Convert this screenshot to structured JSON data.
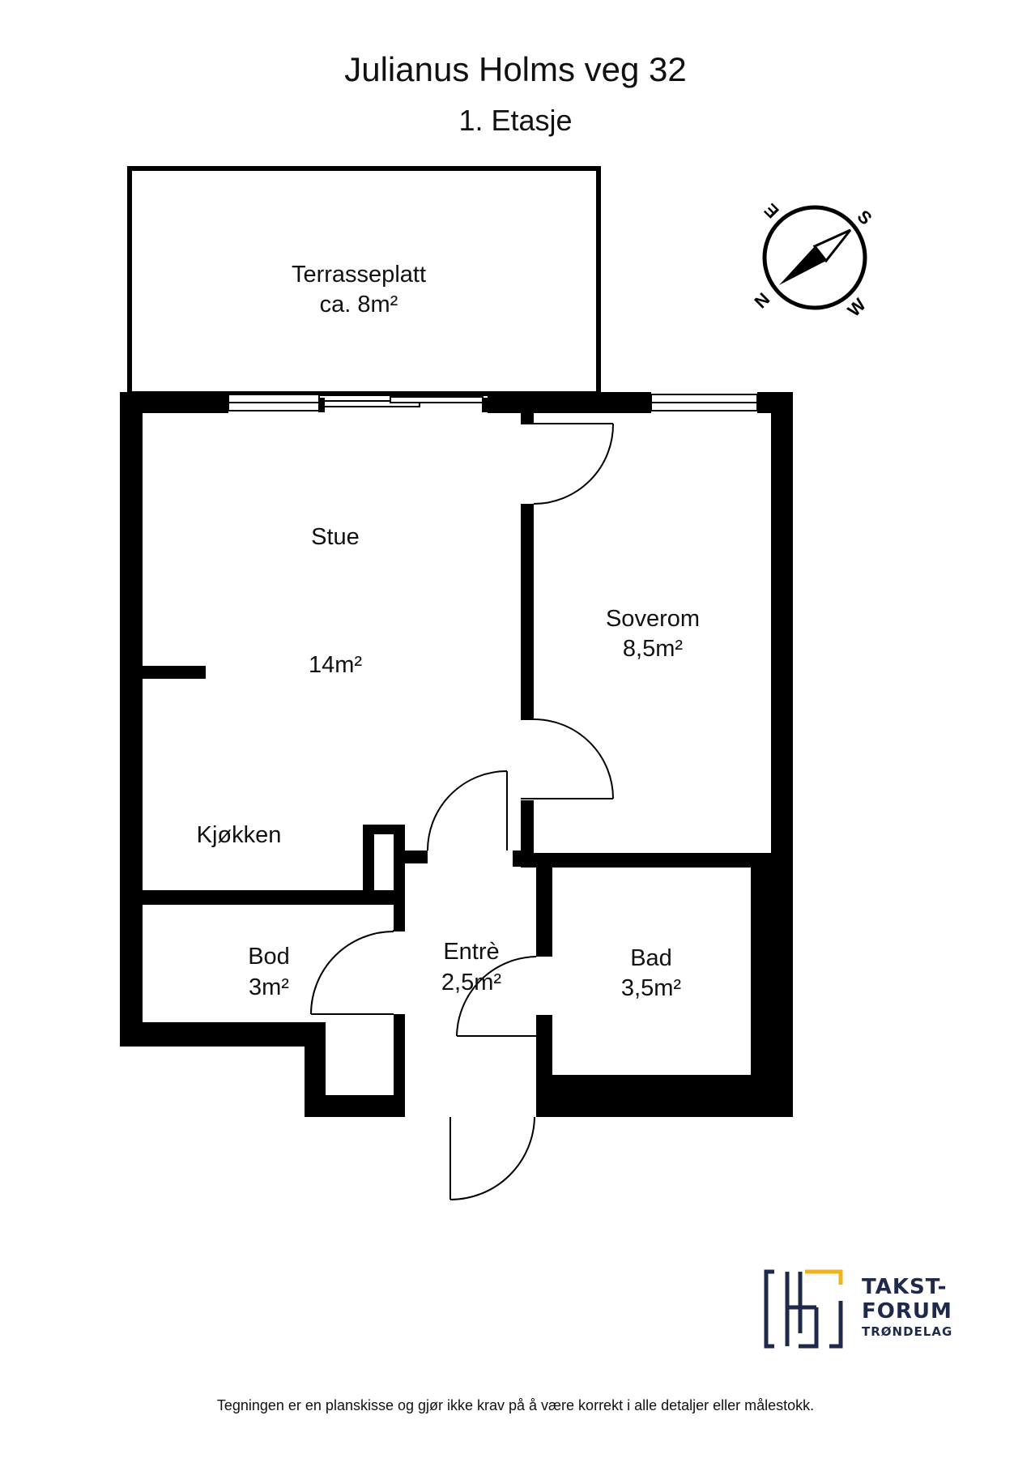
{
  "header": {
    "title": "Julianus Holms veg 32",
    "subtitle": "1. Etasje"
  },
  "rooms": {
    "terrace": {
      "name": "Terrasseplatt",
      "area": "ca. 8m²"
    },
    "living": {
      "name": "Stue",
      "area": "14m²"
    },
    "kitchen": {
      "name": "Kjøkken"
    },
    "bedroom": {
      "name": "Soverom",
      "area": "8,5m²"
    },
    "storage": {
      "name": "Bod",
      "area": "3m²"
    },
    "entrance": {
      "name": "Entrè",
      "area": "2,5m²"
    },
    "bathroom": {
      "name": "Bad",
      "area": "3,5m²"
    }
  },
  "compass": {
    "n": "N",
    "e": "E",
    "s": "S",
    "w": "W"
  },
  "logo": {
    "line1": "TAKST-",
    "line2": "FORUM",
    "line3": "TRØNDELAG",
    "accent_color": "#f2b21c",
    "brand_color": "#1f2a4a"
  },
  "footer": {
    "disclaimer": "Tegningen er en planskisse og gjør ikke krav på å være korrekt i alle detaljer eller målestokk."
  },
  "colors": {
    "wall": "#000000",
    "background": "#ffffff"
  }
}
